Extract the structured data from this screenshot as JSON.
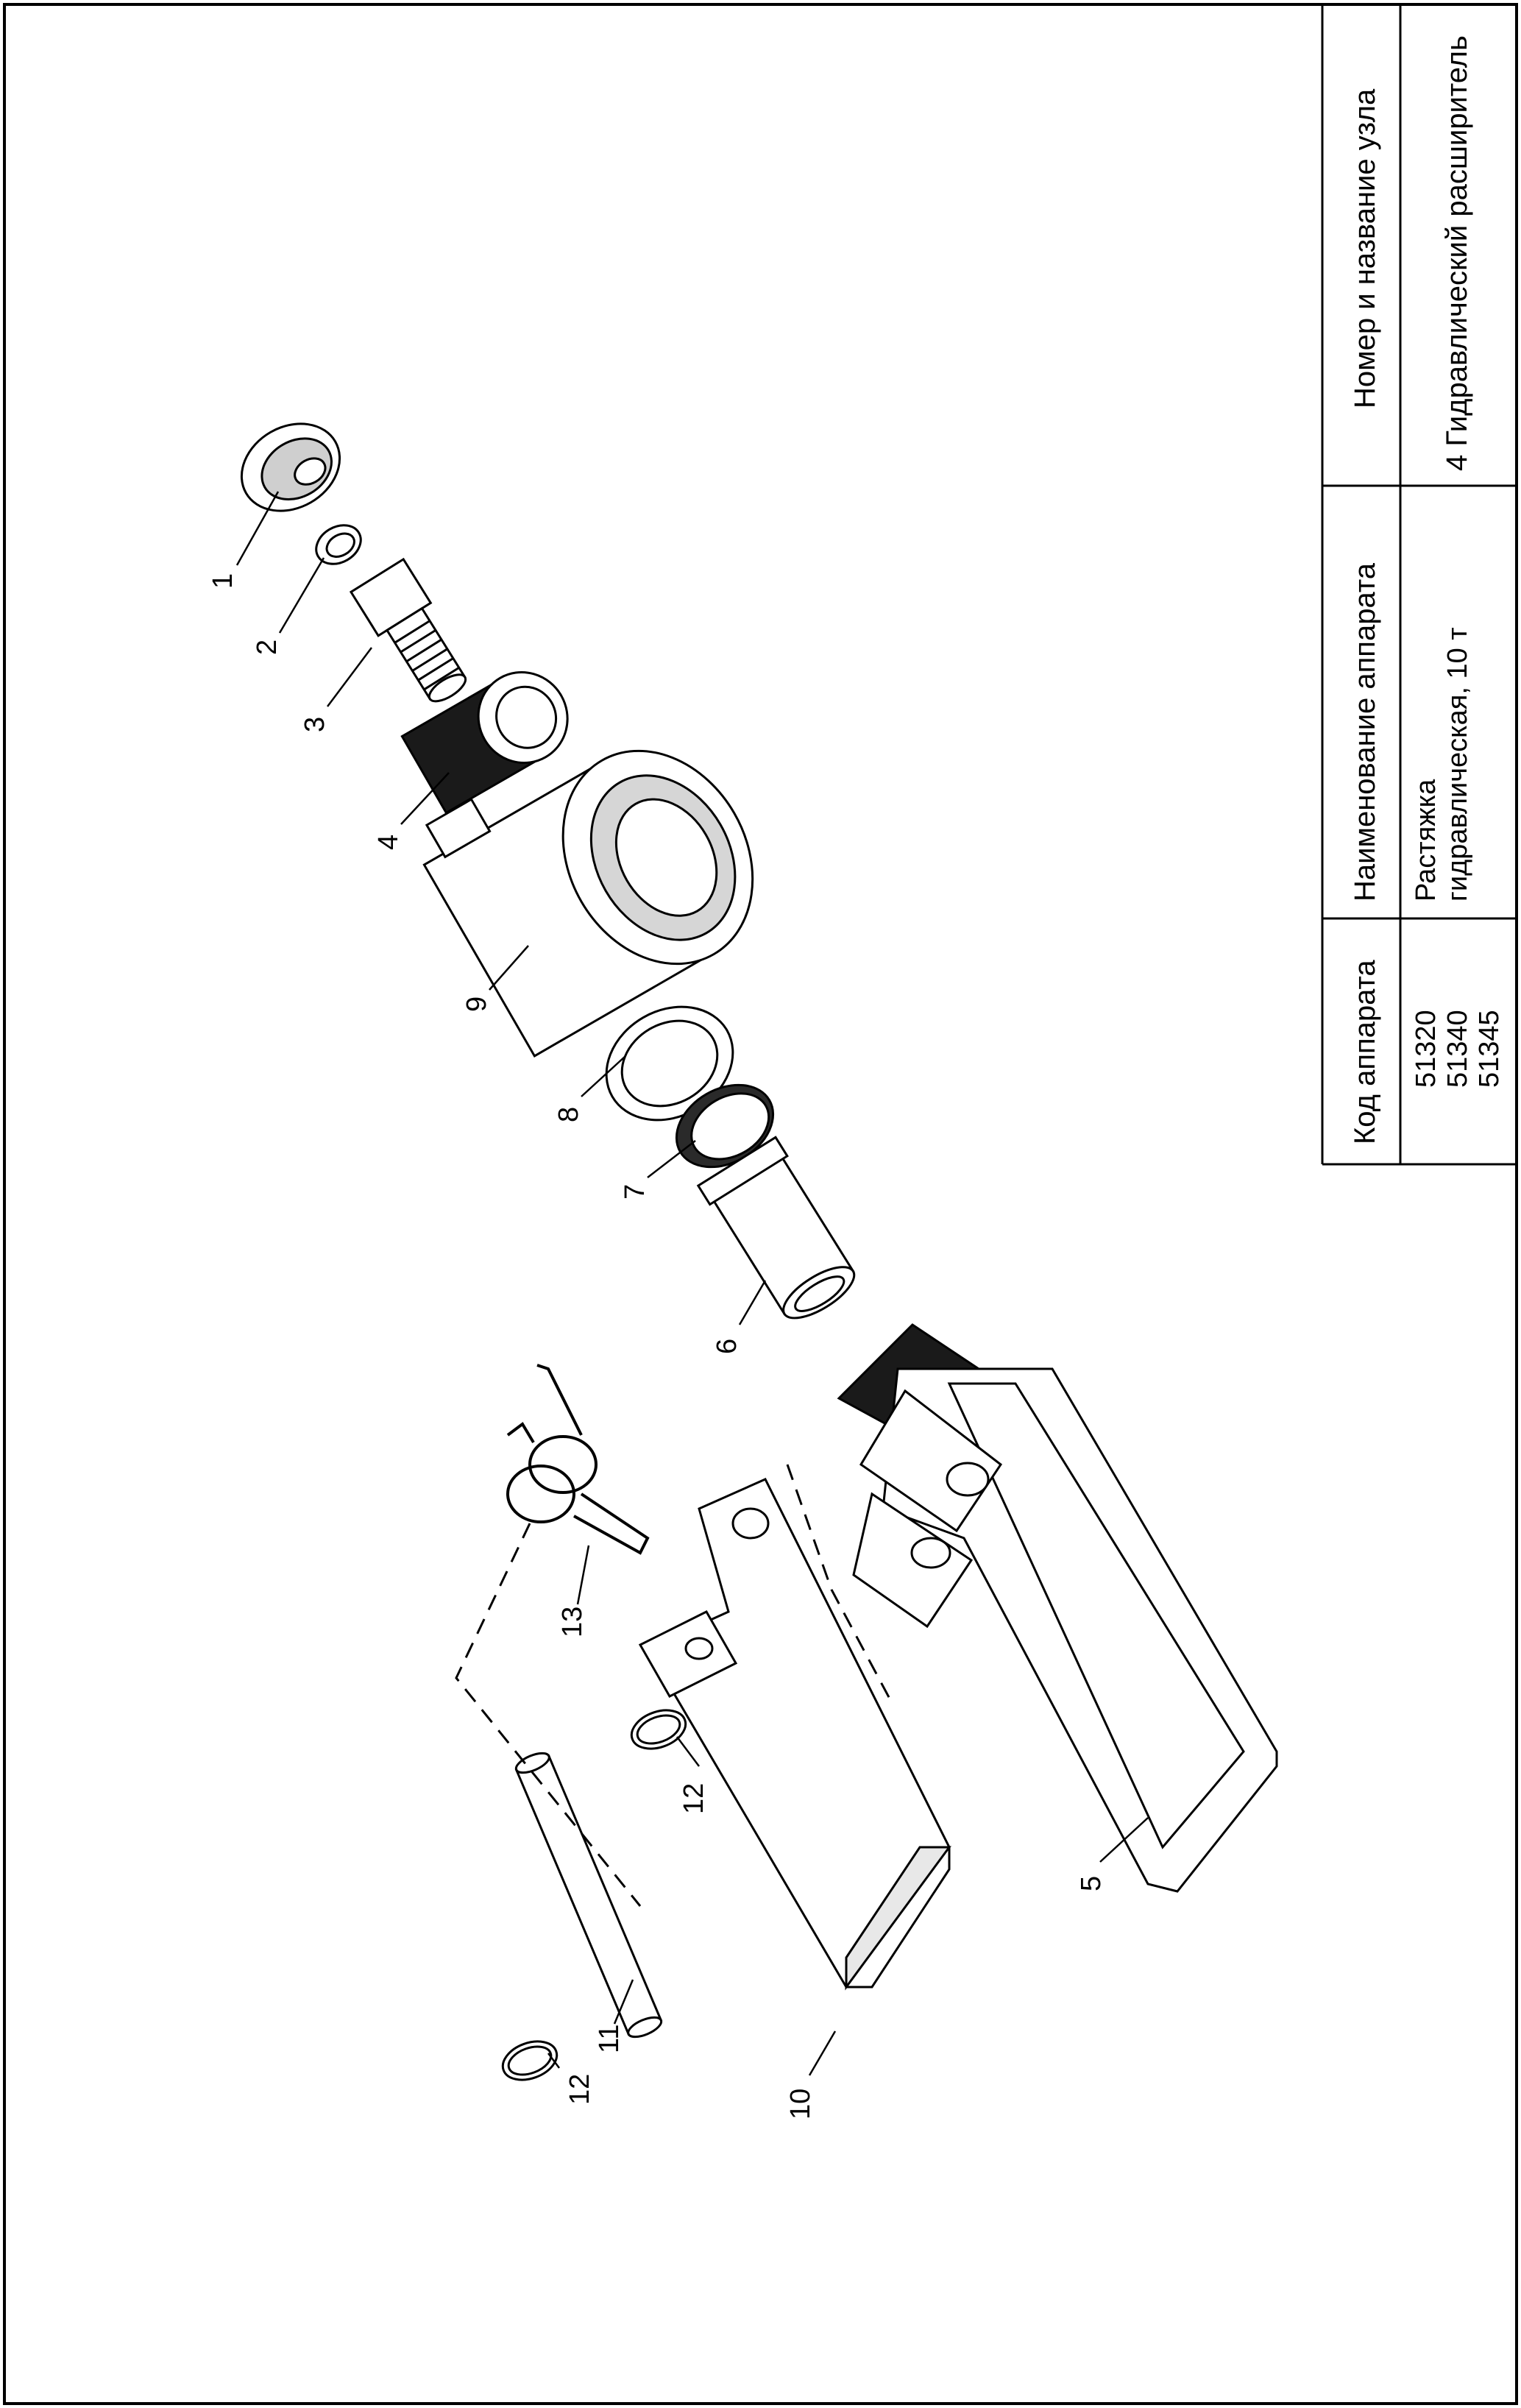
{
  "table": {
    "headers": {
      "code": "Код аппарата",
      "name": "Наименование аппарата",
      "unit": "Номер и название узла"
    },
    "codes": [
      "51320",
      "51340",
      "51345"
    ],
    "device_name_line1": "Растяжка",
    "device_name_line2": "гидравлическая, 10 т",
    "unit_name": "4 Гидравлический расширитель"
  },
  "callouts": [
    "1",
    "2",
    "3",
    "4",
    "5",
    "6",
    "7",
    "8",
    "9",
    "10",
    "11",
    "12",
    "12",
    "13"
  ],
  "colors": {
    "ink": "#000000",
    "paper": "#ffffff",
    "dark_part": "#1a1a1a"
  }
}
